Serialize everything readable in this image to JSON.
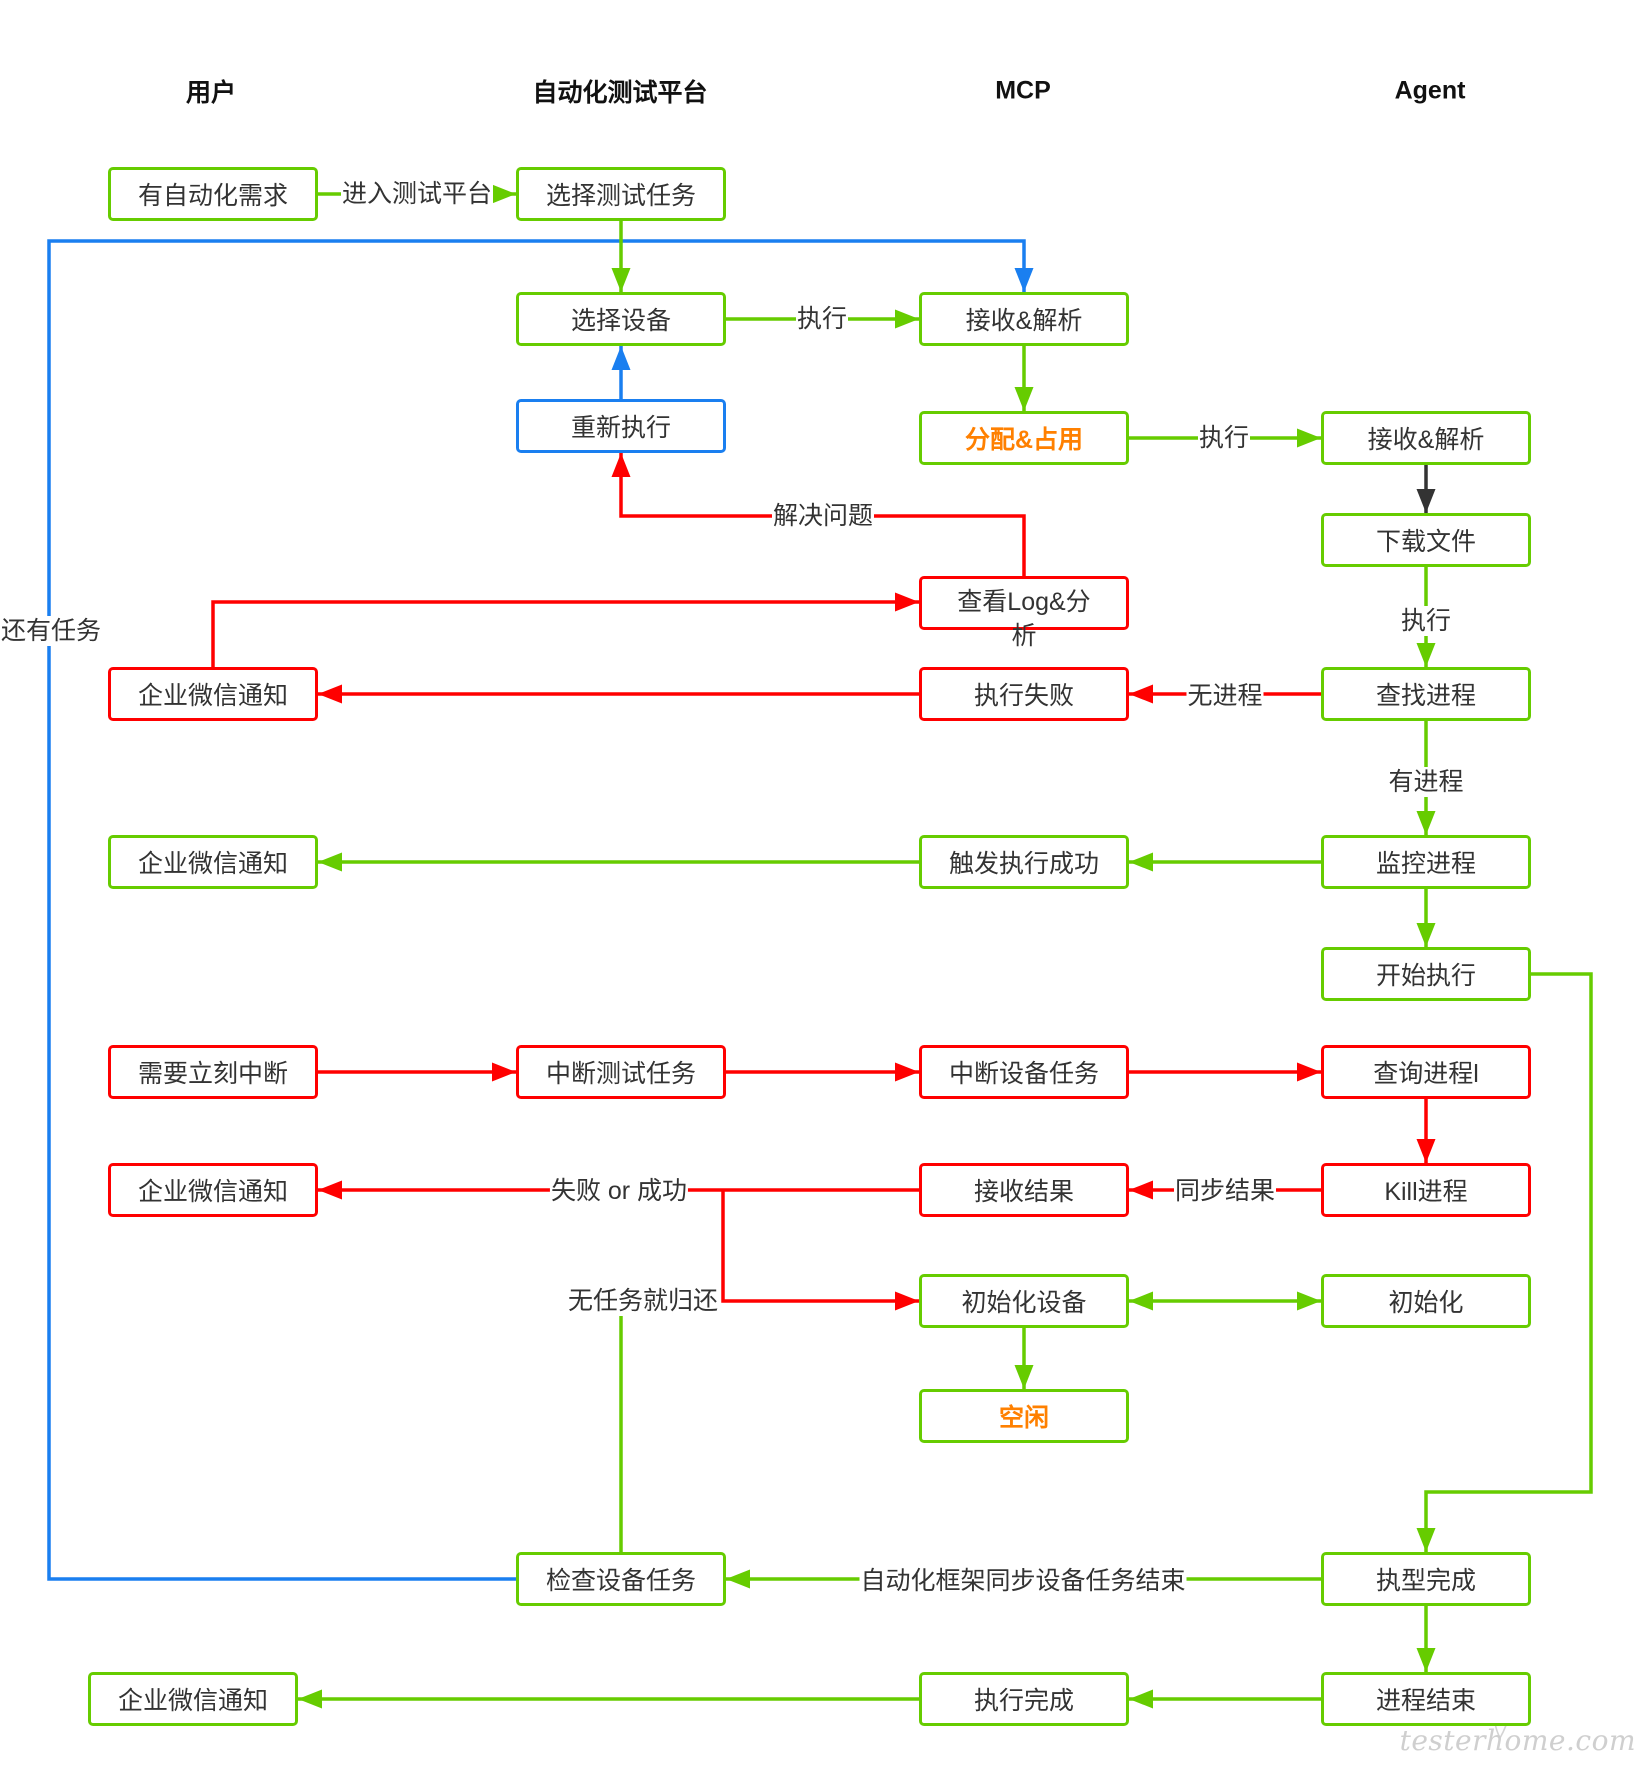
{
  "lanes": {
    "user": "用户",
    "platform": "自动化测试平台",
    "mcp": "MCP",
    "agent": "Agent"
  },
  "colors": {
    "green": "#66cc00",
    "red": "#ff0000",
    "blue": "#1a7ff0",
    "orange": "#ff8000",
    "dark": "#333333"
  },
  "nodes": {
    "has_need": {
      "label": "有自动化需求",
      "color": "green"
    },
    "select_task": {
      "label": "选择测试任务",
      "color": "green"
    },
    "select_device": {
      "label": "选择设备",
      "color": "green"
    },
    "mcp_receive": {
      "label": "接收&解析",
      "color": "green"
    },
    "rerun": {
      "label": "重新执行",
      "color": "blue"
    },
    "allocate": {
      "label": "分配&占用",
      "color": "green",
      "text_color": "orange"
    },
    "agent_receive": {
      "label": "接收&解析",
      "color": "green"
    },
    "download": {
      "label": "下载文件",
      "color": "green"
    },
    "view_log": {
      "label": "查看Log&分析",
      "color": "red"
    },
    "notify_fail": {
      "label": "企业微信通知",
      "color": "red"
    },
    "exec_fail": {
      "label": "执行失败",
      "color": "red"
    },
    "find_process": {
      "label": "查找进程",
      "color": "green"
    },
    "notify_success": {
      "label": "企业微信通知",
      "color": "green"
    },
    "trigger_success": {
      "label": "触发执行成功",
      "color": "green"
    },
    "monitor": {
      "label": "监控进程",
      "color": "green"
    },
    "start_exec": {
      "label": "开始执行",
      "color": "green"
    },
    "need_interrupt": {
      "label": "需要立刻中断",
      "color": "red"
    },
    "interrupt_test": {
      "label": "中断测试任务",
      "color": "red"
    },
    "interrupt_device": {
      "label": "中断设备任务",
      "color": "red"
    },
    "query_process": {
      "label": "查询进程l",
      "color": "red"
    },
    "notify_interrupt": {
      "label": "企业微信通知",
      "color": "red"
    },
    "receive_result": {
      "label": "接收结果",
      "color": "red"
    },
    "kill_process": {
      "label": "Kill进程",
      "color": "red"
    },
    "init_device": {
      "label": "初始化设备",
      "color": "green"
    },
    "init_agent": {
      "label": "初始化",
      "color": "green"
    },
    "idle": {
      "label": "空闲",
      "color": "green",
      "text_color": "orange"
    },
    "check_task": {
      "label": "检查设备任务",
      "color": "green"
    },
    "agent_finished": {
      "label": "执型完成",
      "color": "green"
    },
    "notify_done": {
      "label": "企业微信通知",
      "color": "green"
    },
    "exec_done": {
      "label": "执行完成",
      "color": "green"
    },
    "process_end": {
      "label": "进程结束",
      "color": "green"
    }
  },
  "edges": {
    "enter_platform": "进入测试平台",
    "execute_mcp": "执行",
    "execute_agent": "执行",
    "resolve": "解决问题",
    "execute_run": "执行",
    "no_process": "无进程",
    "has_process": "有进程",
    "more_tasks": "还有任务",
    "sync_result": "同步结果",
    "fail_or_success": "失败 or 成功",
    "no_task_return": "无任务就归还",
    "framework_sync": "自动化框架同步设备任务结束"
  },
  "watermark": "testerhome.com"
}
